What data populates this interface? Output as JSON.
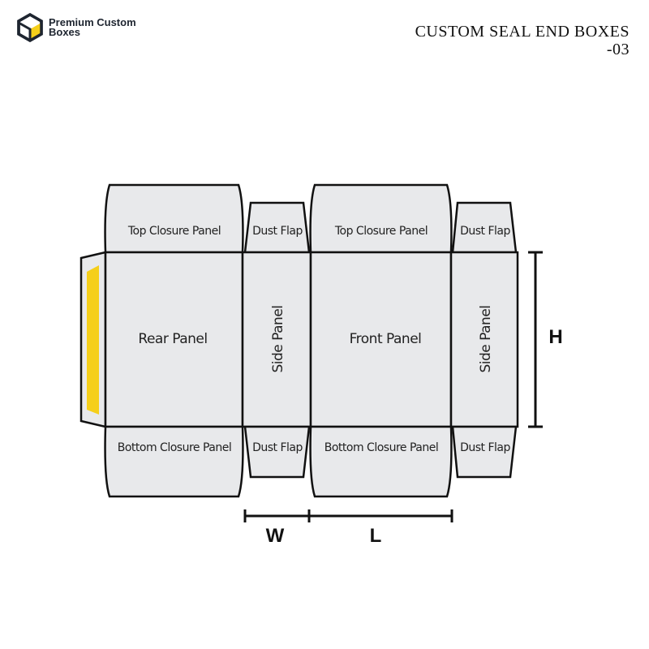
{
  "brand": {
    "name_line1": "Premium Custom",
    "name_line2": "Boxes",
    "accent": "#f5cf1a"
  },
  "title": {
    "line1": "CUSTOM SEAL END BOXES",
    "line2": "-03"
  },
  "panels": {
    "top_closure_1": "Top Closure Panel",
    "dust_flap_top_1": "Dust Flap",
    "top_closure_2": "Top Closure Panel",
    "dust_flap_top_2": "Dust Flap",
    "rear": "Rear Panel",
    "side_1": "Side Panel",
    "front": "Front Panel",
    "side_2": "Side Panel",
    "bottom_closure_1": "Bottom Closure Panel",
    "dust_flap_bottom_1": "Dust Flap",
    "bottom_closure_2": "Bottom Closure Panel",
    "dust_flap_bottom_2": "Dust Flap"
  },
  "dimensions": {
    "height": "H",
    "width": "W",
    "length": "L"
  }
}
